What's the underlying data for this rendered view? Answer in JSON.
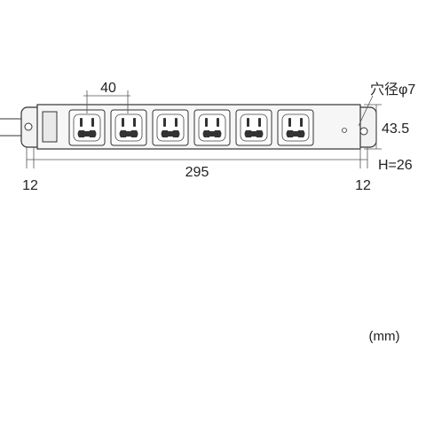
{
  "diagram": {
    "outlet_pitch": "40",
    "hole_diameter": "穴径φ7",
    "width": "43.5",
    "total_length": "295",
    "end_left": "12",
    "end_right": "12",
    "height": "H=26",
    "unit": "(mm)",
    "outlet_count": 6
  }
}
